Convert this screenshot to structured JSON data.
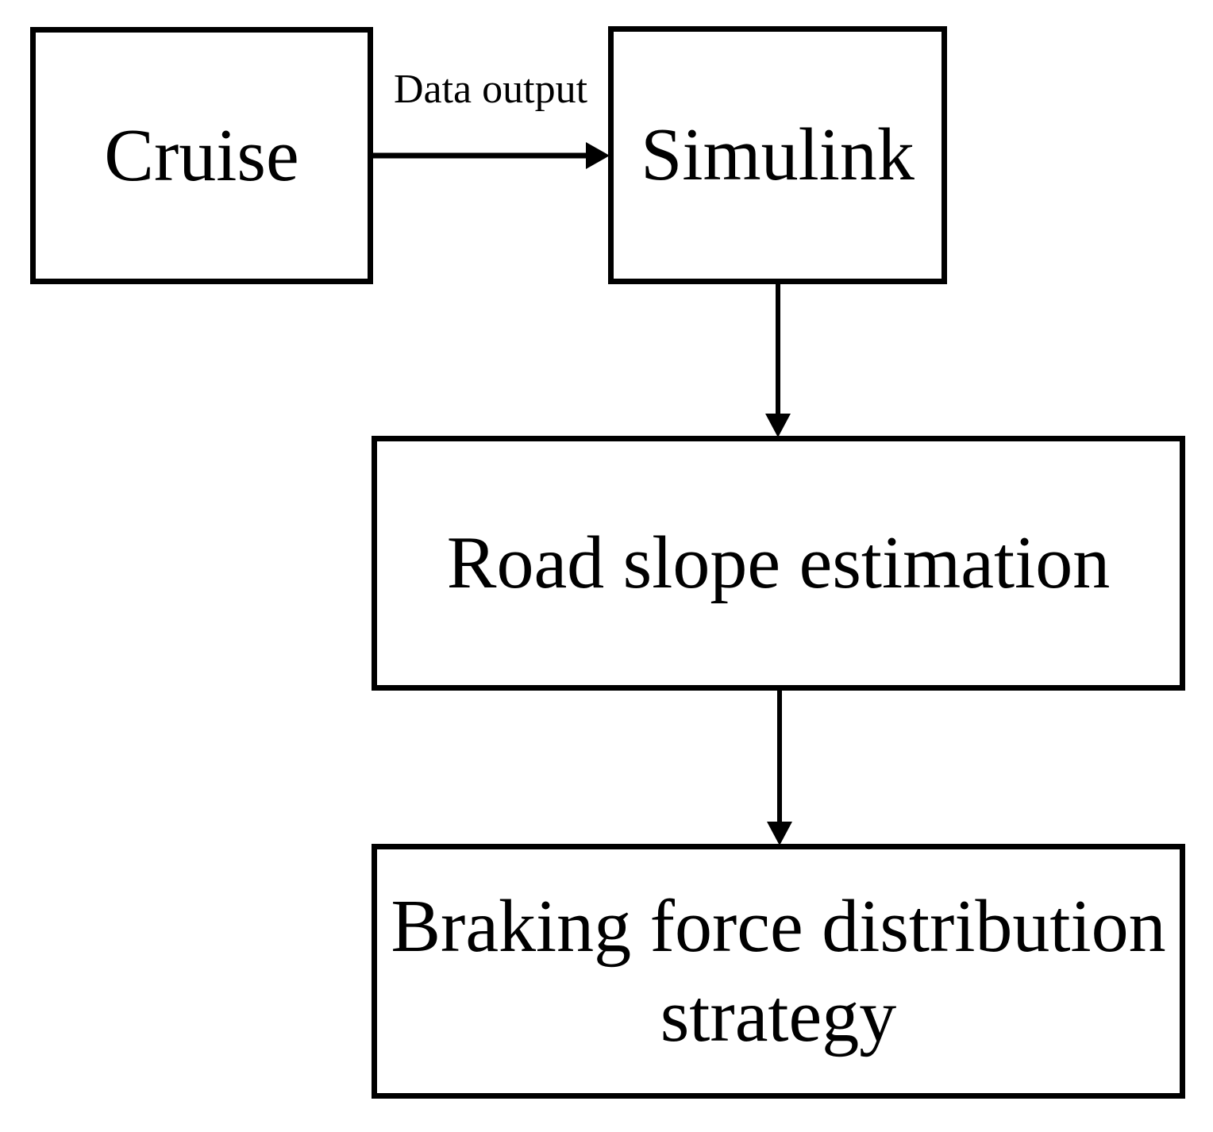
{
  "diagram": {
    "colors": {
      "stroke": "#000000",
      "text": "#000000",
      "background": "#ffffff"
    },
    "nodes": {
      "cruise": {
        "label": "Cruise"
      },
      "simulink": {
        "label": "Simulink"
      },
      "road_slope": {
        "label": "Road slope estimation"
      },
      "braking": {
        "label_lines": [
          "Braking force distribution",
          "strategy"
        ]
      }
    },
    "edges": {
      "cruise_to_simulink": {
        "label": "Data output"
      }
    }
  }
}
